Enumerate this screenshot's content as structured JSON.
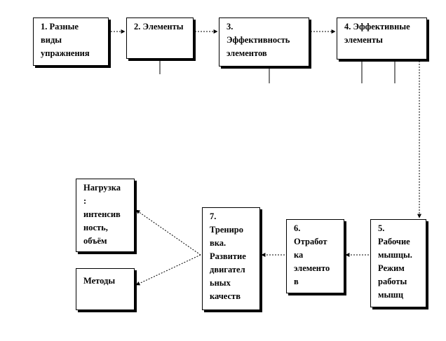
{
  "diagram": {
    "boxes": {
      "b1": "1. Разные\nвиды\nупражнения",
      "b2": "2. Элементы",
      "b3": "3.\nЭффективность\nэлементов",
      "b4": "4. Эффективные\nэлементы",
      "b5": "5.\nРабочие\nмышцы.\nРежим\nработы\nмышц",
      "b6": "6.\nОтработ\nка\nэлементо\nв",
      "b7": "7.\nТрениро\nвка.\nРазвитие\nдвигател\nьных\nкачеств",
      "load": "Нагрузка\n:\nинтенсив\nность,\nобъём",
      "methods": "Методы"
    }
  }
}
